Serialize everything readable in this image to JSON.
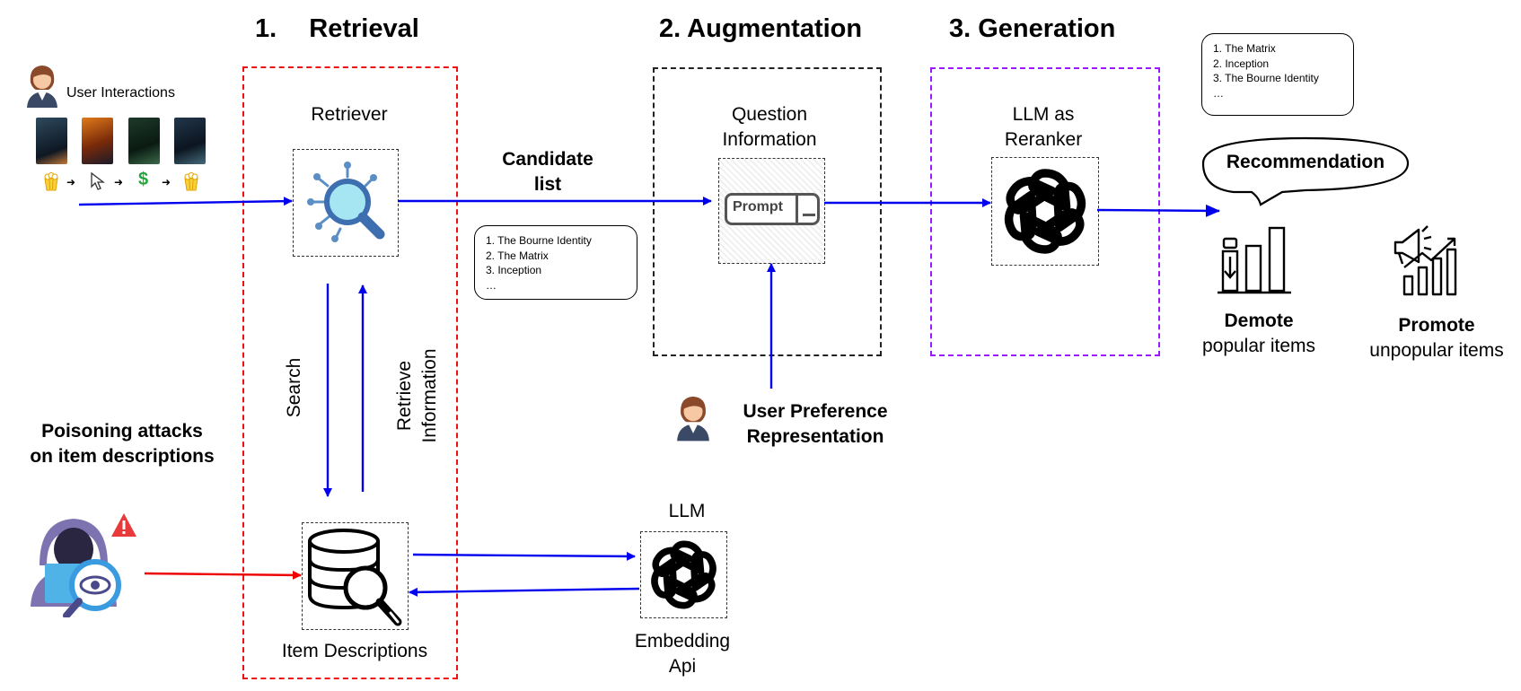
{
  "sections": {
    "retrieval": {
      "number": "1.",
      "title": "Retrieval"
    },
    "augmentation": "2. Augmentation",
    "generation": "3. Generation"
  },
  "user_interactions": {
    "label": "User Interactions",
    "steps": [
      "popcorn-icon",
      "cursor-icon",
      "dollar-icon",
      "popcorn-icon"
    ]
  },
  "retriever": {
    "label": "Retriever"
  },
  "candidate": {
    "line1": "Candidate",
    "line2": "list"
  },
  "candidate_list": [
    "1. The Bourne Identity",
    "2. The Matrix",
    "3. Inception",
    "…"
  ],
  "question": {
    "line1": "Question",
    "line2": "Information",
    "prompt_text": "Prompt"
  },
  "user_pref": {
    "line1": "User Preference",
    "line2": "Representation"
  },
  "reranker": {
    "line1": "LLM as",
    "line2": "Reranker"
  },
  "reranked_list": [
    "1. The Matrix",
    "2. Inception",
    "3. The Bourne Identity",
    "…"
  ],
  "recommendation": "Recommendation",
  "demote": {
    "bold": "Demote",
    "rest": "popular items"
  },
  "promote": {
    "bold": "Promote",
    "rest": "unpopular items"
  },
  "search": "Search",
  "retrieve": {
    "line1": "Retrieve",
    "line2": "Information"
  },
  "poison": {
    "line1": "Poisoning attacks",
    "line2": "on item descriptions"
  },
  "item_descriptions": "Item Descriptions",
  "llm": "LLM",
  "embedding": {
    "line1": "Embedding",
    "line2": "Api"
  },
  "colors": {
    "flow": "#0000ee",
    "attack": "#ee0000",
    "retrieval_box": "#ee1111",
    "generation_box": "#9a1aff"
  }
}
